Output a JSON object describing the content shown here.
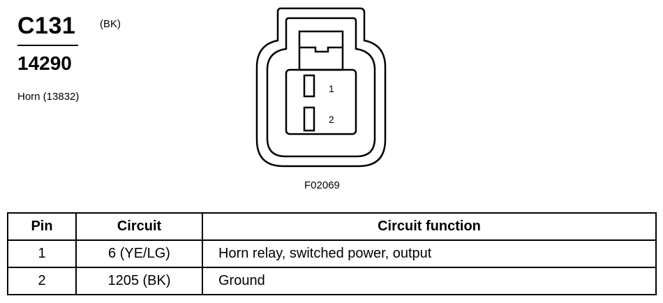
{
  "connector": {
    "id": "C131",
    "color_code": "(BK)",
    "part_number": "14290",
    "description": "Horn (13832)"
  },
  "diagram": {
    "code": "F02069",
    "pin_labels": [
      "1",
      "2"
    ]
  },
  "table": {
    "headers": [
      "Pin",
      "Circuit",
      "Circuit function"
    ],
    "rows": [
      {
        "pin": "1",
        "circuit": "6 (YE/LG)",
        "function": "Horn relay, switched power, output"
      },
      {
        "pin": "2",
        "circuit": "1205 (BK)",
        "function": "Ground"
      }
    ]
  }
}
